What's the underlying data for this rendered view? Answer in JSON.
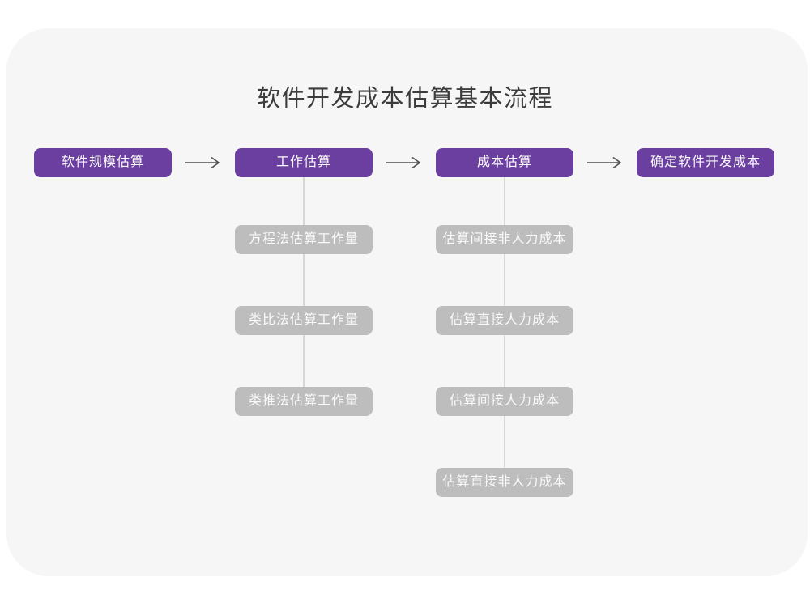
{
  "title": "软件开发成本估算基本流程",
  "colors": {
    "page_bg": "#ffffff",
    "card_bg": "#f6f6f7",
    "primary": "#6a3fa0",
    "secondary": "#bdbdbd",
    "arrow": "#4f4f4f",
    "connector": "#d6d6d6",
    "title_text": "#3c3c3c",
    "node_text": "#fafafa"
  },
  "flow": {
    "main_nodes": [
      {
        "label": "软件规模估算"
      },
      {
        "label": "工作估算"
      },
      {
        "label": "成本估算"
      },
      {
        "label": "确定软件开发成本"
      }
    ],
    "work_estimation_methods": [
      {
        "label": "方程法估算工作量"
      },
      {
        "label": "类比法估算工作量"
      },
      {
        "label": "类推法估算工作量"
      }
    ],
    "cost_estimation_steps": [
      {
        "label": "估算间接非人力成本"
      },
      {
        "label": "估算直接人力成本"
      },
      {
        "label": "估算间接人力成本"
      },
      {
        "label": "估算直接非人力成本"
      }
    ]
  }
}
